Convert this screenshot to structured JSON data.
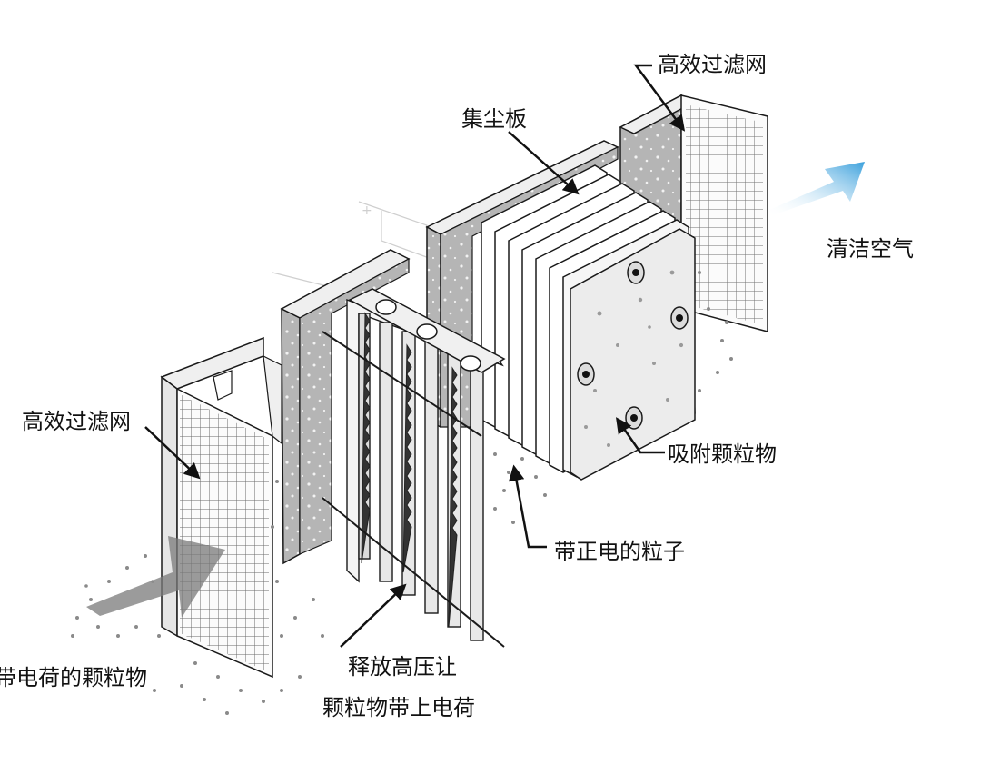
{
  "labels": {
    "hepa_filter_right": "高效过滤网",
    "collector_plate": "集尘板",
    "clean_air": "清洁空气",
    "hepa_filter_left": "高效过滤网",
    "adsorbed_particles": "吸附颗粒物",
    "positive_particles": "带正电的粒子",
    "charged_particles": "带电荷的颗粒物",
    "release_line1": "释放高压让",
    "release_line2": "颗粒物带上电荷"
  },
  "colors": {
    "clean_air_arrow": "#3aa0dc",
    "dirty_air_arrow": "#7a7a7a",
    "panel_gray": "#b5b5b5",
    "outline": "#1a1a1a"
  }
}
